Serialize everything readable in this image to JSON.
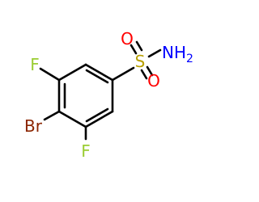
{
  "molecule": {
    "atoms": {
      "F_top": {
        "label": "F",
        "color": "#9acd32"
      },
      "Br": {
        "label": "Br",
        "color": "#8b2500"
      },
      "F_bottom": {
        "label": "F",
        "color": "#9acd32"
      },
      "S": {
        "label": "S",
        "color": "#b8a000"
      },
      "O_top": {
        "label": "O",
        "color": "#ff0000"
      },
      "O_bottom": {
        "label": "O",
        "color": "#ff0000"
      },
      "NH2": {
        "label": "NH",
        "subscript": "2",
        "color": "#0000ff"
      }
    },
    "bond_color": "#000000"
  }
}
